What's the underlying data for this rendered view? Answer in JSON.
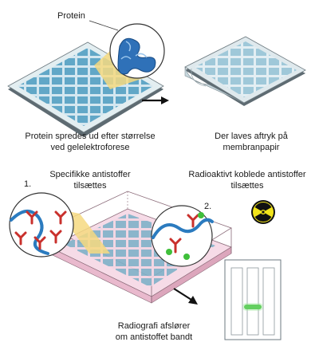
{
  "labels": {
    "protein": "Protein",
    "step_gel": "Protein spredes ud efter størrelse\nved gelelektroforese",
    "step_blot": "Der laves aftryk på\nmembranpapir",
    "step_specific": "Specifikke antistoffer\ntilsættes",
    "step_radio": "Radioaktivt koblede antistoffer\ntilsættes",
    "step_result": "Radiografi afslører\nom antistoffet bandt"
  },
  "step_numbers": {
    "one": "1.",
    "two": "2."
  },
  "colors": {
    "gel_tint": "#cfe4ee",
    "gel_band_dark": "#3f8fb5",
    "gel_band_light": "#8dc4da",
    "zoom_cone": "#f5d36e",
    "protein_blue": "#2e6db4",
    "antibody_red": "#c9302c",
    "membrane_blue": "#2b7bbf",
    "radio_green": "#3fbf3a",
    "pink_tray": "#f3c6d8",
    "radiation_yellow": "#f2e41a"
  },
  "icons": [
    "protein-structure-icon",
    "arrow-right-icon",
    "radiation-icon",
    "arrow-down-right-icon"
  ]
}
